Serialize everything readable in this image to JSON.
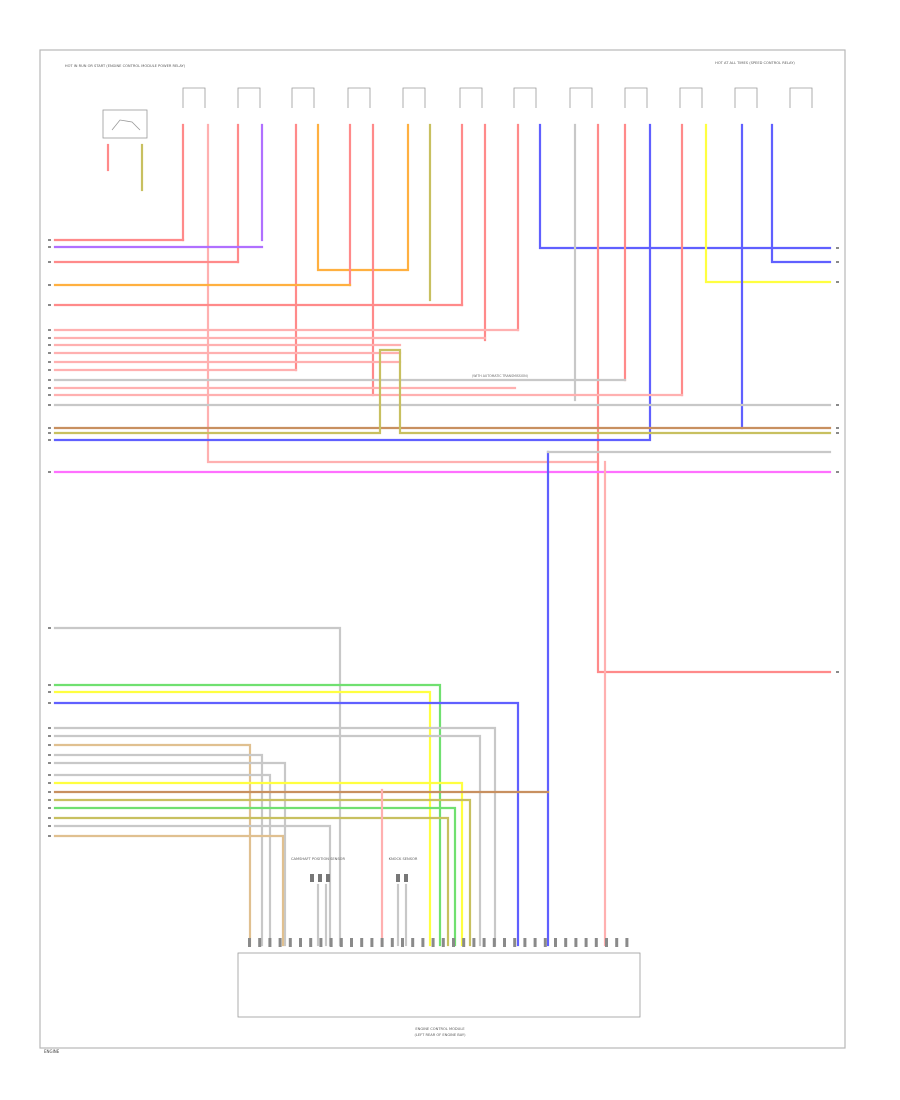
{
  "diagram": {
    "labels": {
      "top_left_component": "HOT IN RUN OR START (ENGINE CONTROL MODULE POWER RELAY)",
      "top_right_component": "HOT AT ALL TIMES (SPEED CONTROL RELAY)",
      "splice_note": "(WITH AUTOMATIC TRANSMISSION)",
      "ecm_caption_line1": "ENGINE CONTROL MODULE",
      "ecm_caption_line2": "(LEFT REAR OF ENGINE BAY)",
      "mid_component_left": "CAMSHAFT POSITION SENSOR",
      "mid_component_right": "KNOCK SENSOR",
      "page_ref": "ENGINE"
    },
    "colors": {
      "red": "#ff8a8a",
      "pink": "#ffb0b0",
      "orange": "#ffb040",
      "yellow": "#ffff40",
      "olive": "#c8c060",
      "tan": "#e0c090",
      "violet": "#b070ff",
      "blue": "#6060ff",
      "green": "#70e070",
      "magenta": "#ff70ff",
      "gray": "#c8c8c8",
      "brown": "#c89060"
    }
  }
}
